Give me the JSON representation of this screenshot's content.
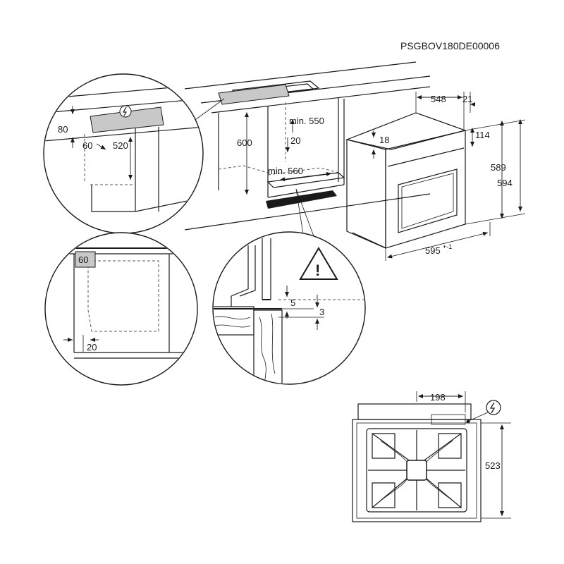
{
  "code": "PSGBOV180DE00006",
  "labels": {
    "d_80": "80",
    "d_60_top": "60",
    "d_520": "520",
    "d_600": "600",
    "d_min550": "min. 550",
    "d_20_mid": "20",
    "d_min560": "min. 560",
    "d_548": "548",
    "d_21": "21",
    "d_18": "18",
    "d_114": "114",
    "d_589": "589",
    "d_594": "594",
    "d_595": "595",
    "d_595_tol": "+-1",
    "d_60_box": "60",
    "d_20_bottom": "20",
    "d_5": "5",
    "d_3": "3",
    "d_198": "198",
    "d_523": "523",
    "warning_mark": "!"
  },
  "icons": {
    "electric": "lightning-symbol-icon",
    "warning": "warning-triangle-icon"
  }
}
